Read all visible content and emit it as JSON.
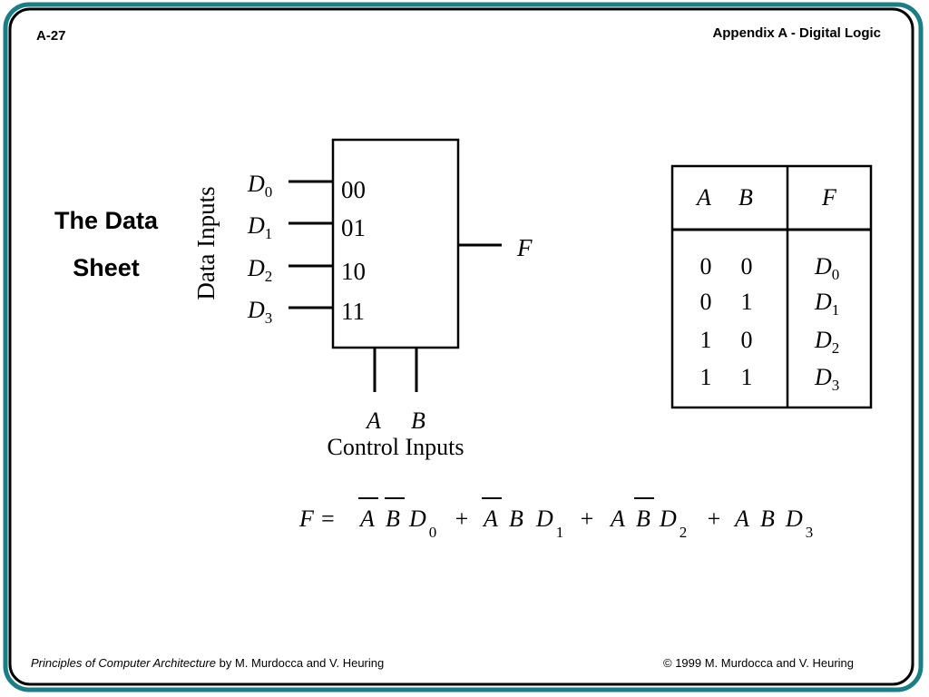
{
  "header": {
    "page_number": "A-27",
    "chapter": "Appendix A - Digital Logic"
  },
  "slide": {
    "title_line1": "The Data",
    "title_line2": "Sheet"
  },
  "mux": {
    "data_inputs_label": "Data Inputs",
    "control_inputs_label": "Control Inputs",
    "output_label": "F",
    "inputs": [
      {
        "name": "D",
        "sub": "0",
        "select": "00"
      },
      {
        "name": "D",
        "sub": "1",
        "select": "01"
      },
      {
        "name": "D",
        "sub": "2",
        "select": "10"
      },
      {
        "name": "D",
        "sub": "3",
        "select": "11"
      }
    ],
    "controls": [
      "A",
      "B"
    ]
  },
  "truth_table": {
    "headers": {
      "a": "A",
      "b": "B",
      "f": "F"
    },
    "rows": [
      {
        "a": "0",
        "b": "0",
        "f": "D",
        "sub": "0"
      },
      {
        "a": "0",
        "b": "1",
        "f": "D",
        "sub": "1"
      },
      {
        "a": "1",
        "b": "0",
        "f": "D",
        "sub": "2"
      },
      {
        "a": "1",
        "b": "1",
        "f": "D",
        "sub": "3"
      }
    ]
  },
  "equation": {
    "lhs": "F =",
    "plus": "+",
    "terms": [
      {
        "a": "A",
        "b": "B",
        "d": "D",
        "sub": "0"
      },
      {
        "a": "A",
        "b": "B",
        "d": "D",
        "sub": "1"
      },
      {
        "a": "A",
        "b": "B",
        "d": "D",
        "sub": "2"
      },
      {
        "a": "A",
        "b": "B",
        "d": "D",
        "sub": "3"
      }
    ]
  },
  "footer": {
    "book_title": "Principles of Computer Architecture",
    "authors": " by M. Murdocca and V. Heuring",
    "copyright": "© 1999 M. Murdocca and V. Heuring"
  }
}
